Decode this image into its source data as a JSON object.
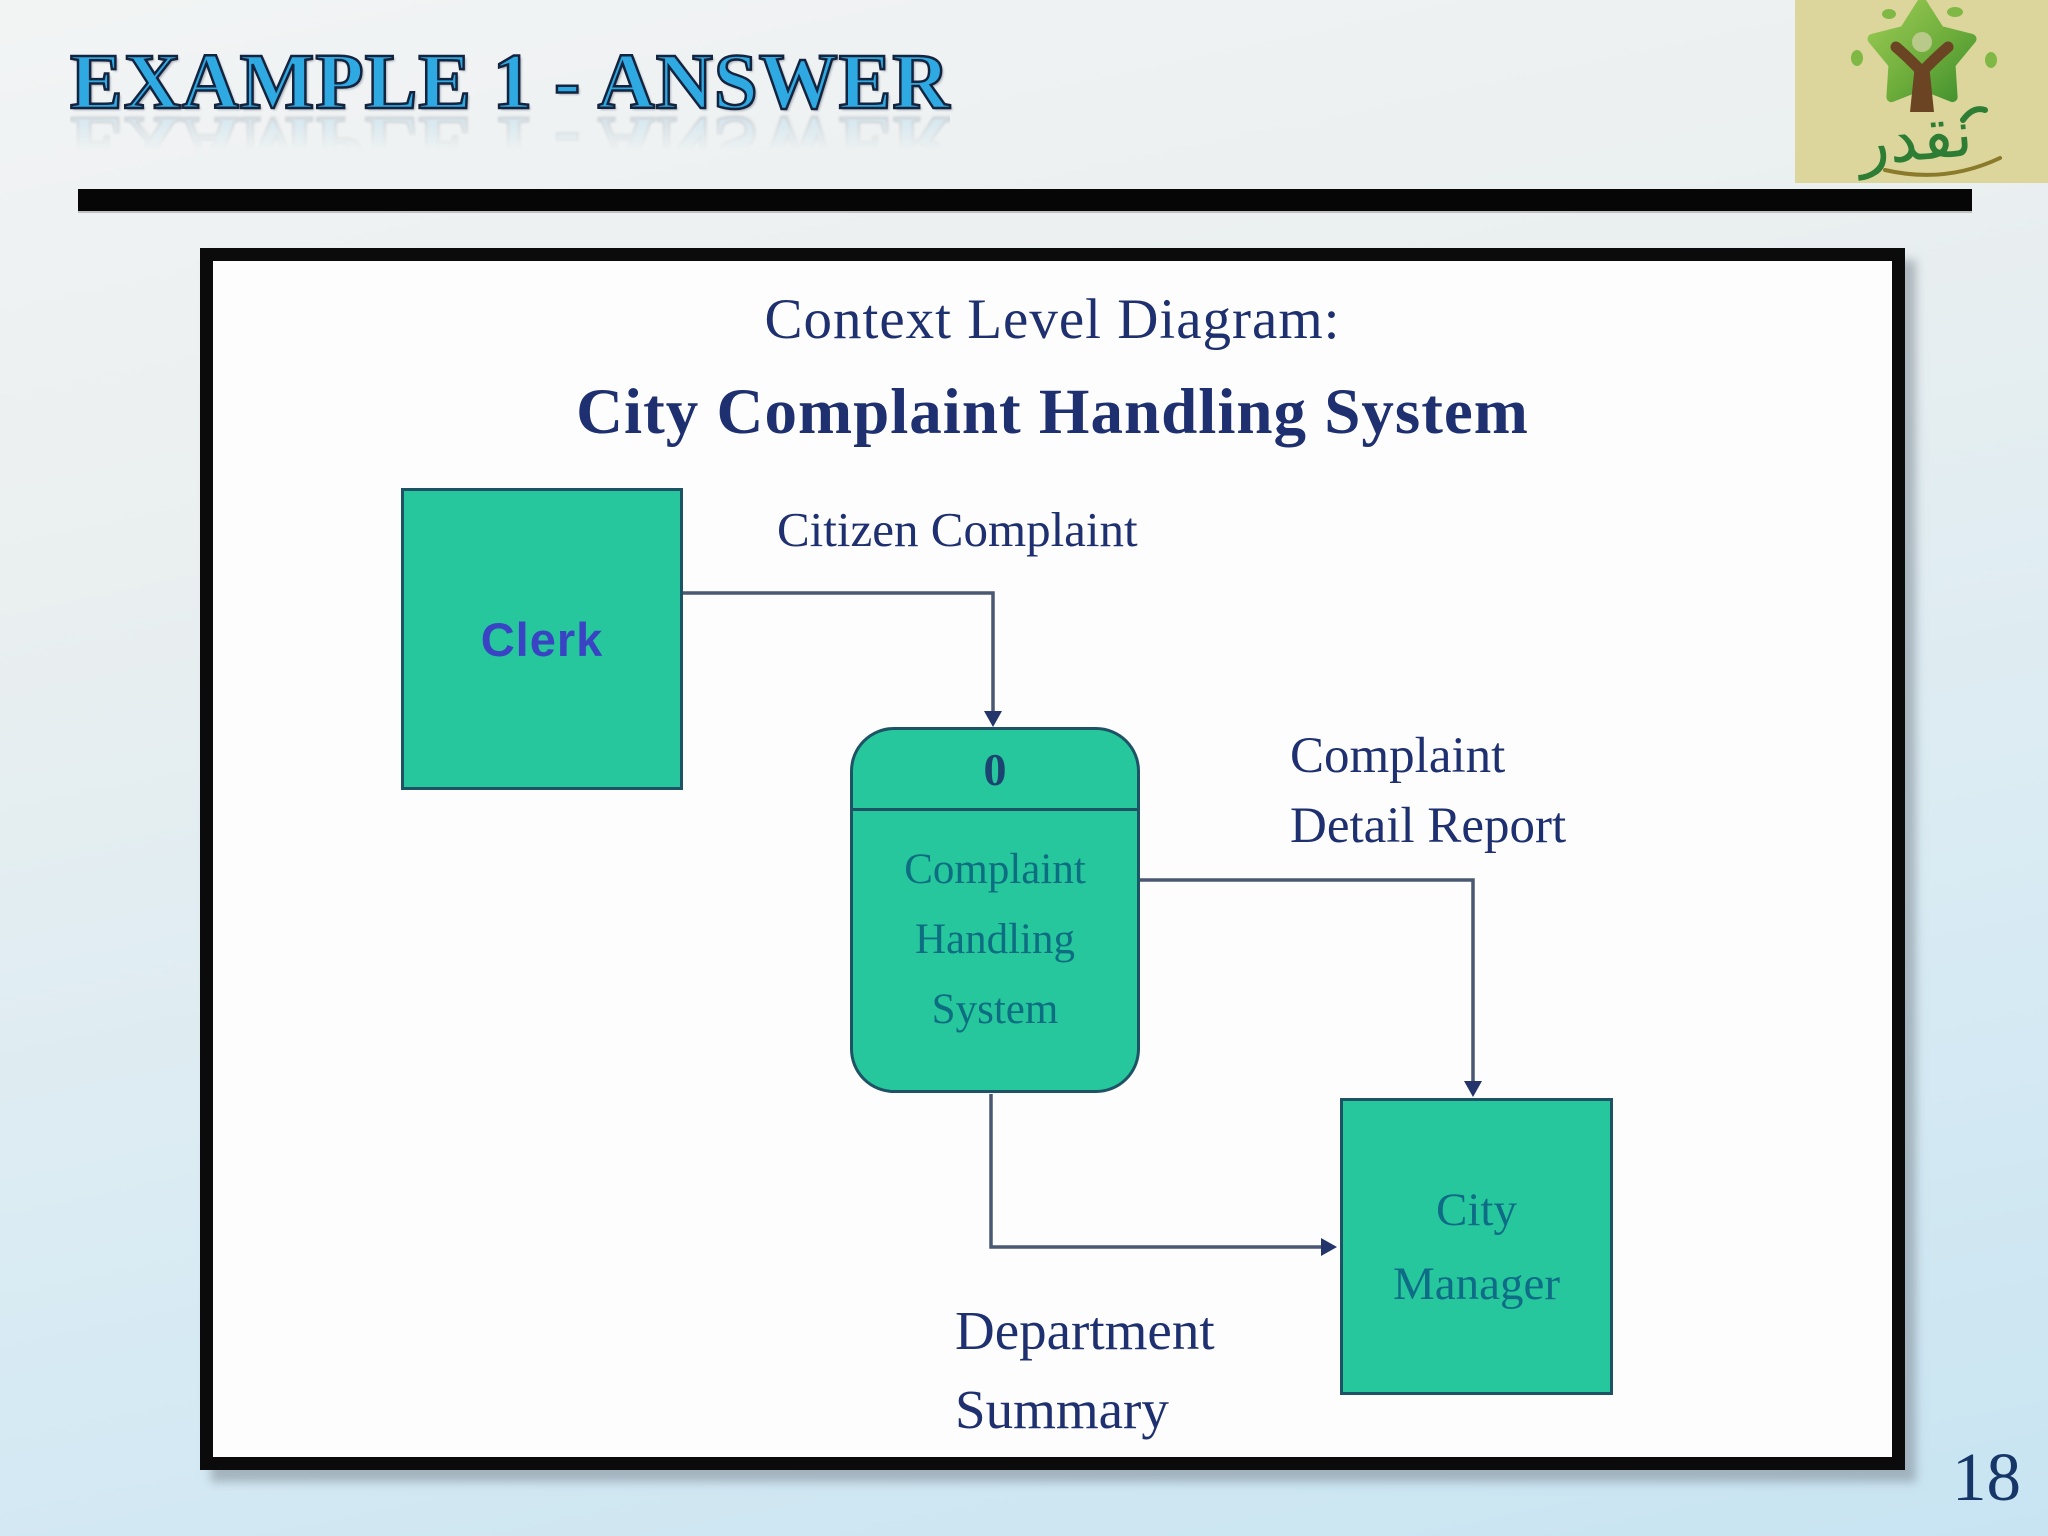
{
  "slide": {
    "title": "EXAMPLE 1 - ANSWER",
    "page_number": "18"
  },
  "logo": {
    "description": "tree-with-person emblem",
    "arabic_text": "نقدر"
  },
  "diagram": {
    "heading_line1": "Context Level Diagram:",
    "heading_line2": "City Complaint Handling System",
    "entities": {
      "clerk": {
        "label": "Clerk"
      },
      "process": {
        "number": "0",
        "name_lines": [
          "Complaint",
          "Handling",
          "System"
        ]
      },
      "city_manager": {
        "name_lines": [
          "City",
          "Manager"
        ]
      }
    },
    "flows": {
      "citizen_complaint": {
        "label": "Citizen Complaint"
      },
      "complaint_detail_report": {
        "label_lines": [
          "Complaint",
          "Detail Report"
        ]
      },
      "department_summary": {
        "label_lines": [
          "Department",
          "Summary"
        ]
      }
    }
  },
  "colors": {
    "title_blue": "#2FA9E1",
    "navy_text": "#1E3070",
    "entity_fill": "#27C79E",
    "entity_border": "#1D5364",
    "process_text": "#0D6E82",
    "clerk_text": "#3943C4",
    "flow_line": "#4B5874",
    "arrow": "#24356B",
    "logo_background": "#DCD69C",
    "logo_green": "#5FA239",
    "logo_brown": "#6B4423",
    "logo_text_green": "#2E7D35"
  }
}
